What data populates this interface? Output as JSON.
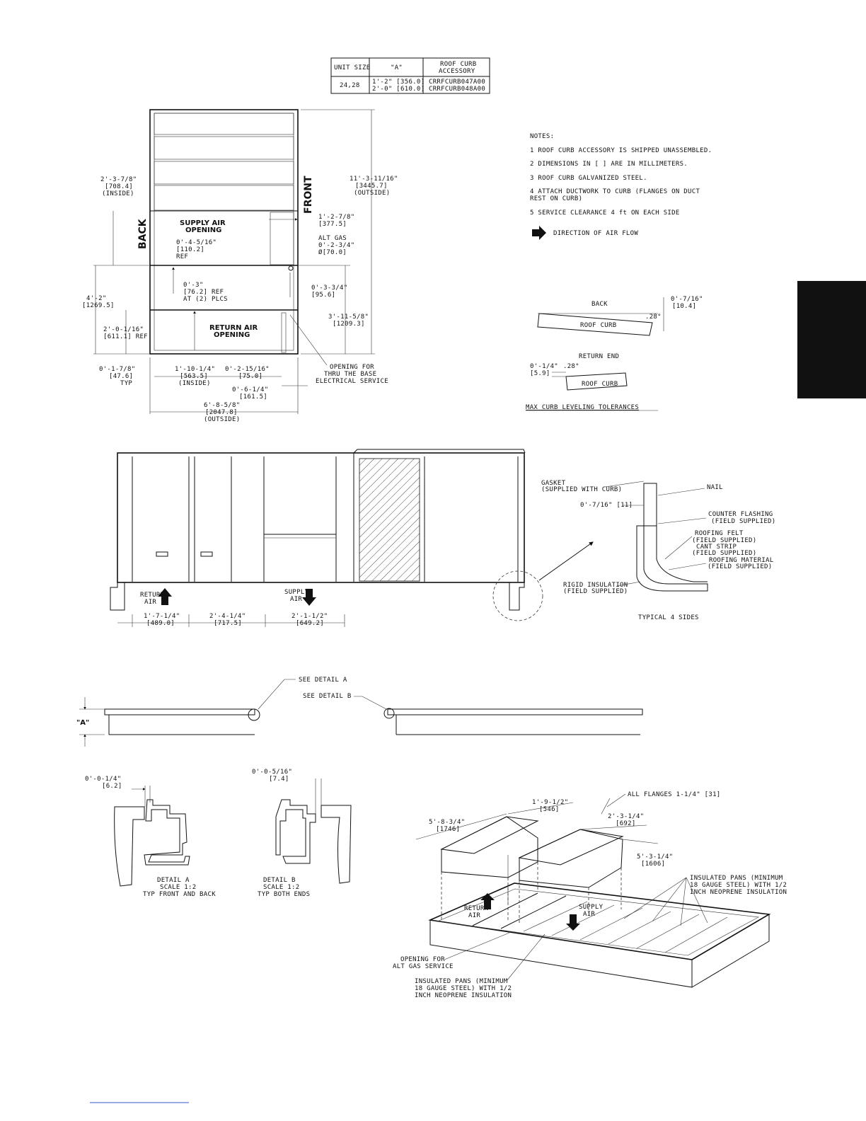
{
  "curb_table": {
    "headers": [
      "UNIT SIZE",
      "\"A\"",
      "ROOF CURB",
      "ACCESSORY"
    ],
    "row_unit": "24,28",
    "row_a1": "1'-2\" [356.0]",
    "row_a2": "2'-0\" [610.0]",
    "row_acc1": "CRRFCURB047A00",
    "row_acc2": "CRRFCURB048A00"
  },
  "plan_view": {
    "back": "BACK",
    "front": "FRONT",
    "supply_opening_1": "SUPPLY AIR",
    "supply_opening_2": "OPENING",
    "return_opening_1": "RETURN AIR",
    "return_opening_2": "OPENING",
    "dim_inside_w": [
      "2'-3-7/8\"",
      "[708.4]",
      "(INSIDE)"
    ],
    "dim_overall_len": [
      "11'-3-11/16\"",
      "[3445.7]",
      "(OUTSIDE)"
    ],
    "dim_1_2_7_8": [
      "1'-2-7/8\"",
      "[377.5]"
    ],
    "dim_alt_gas": [
      "ALT GAS",
      "0'-2-3/4\"",
      "Ø[70.0]"
    ],
    "dim_0_4_5_16": [
      "0'-4-5/16\"",
      "[110.2]",
      "REF"
    ],
    "dim_4_2": [
      "4'-2\"",
      "[1269.5]"
    ],
    "dim_0_3": [
      "0'-3\"",
      "[76.2] REF",
      "AT (2) PLCS"
    ],
    "dim_0_3_3_4": [
      "0'-3-3/4\"",
      "[95.6]"
    ],
    "dim_3_11_5_8": [
      "3'-11-5/8\"",
      "[1209.3]"
    ],
    "dim_2_0_1_16": [
      "2'-0-1/16\"",
      "[611.1] REF"
    ],
    "dim_0_1_7_8": [
      "0'-1-7/8\"",
      "[47.6]",
      "TYP"
    ],
    "dim_1_10_1_4": [
      "1'-10-1/4\"",
      "[563.5]",
      "(INSIDE)"
    ],
    "dim_0_2_15_16": [
      "0'-2-15/16\"",
      "[75.0]"
    ],
    "dim_0_6_1_4": [
      "0'-6-1/4\"",
      "[161.5]"
    ],
    "dim_overall_w": [
      "6'-8-5/8\"",
      "[2047.8]",
      "(OUTSIDE)"
    ],
    "elec_opening": [
      "OPENING FOR",
      "THRU THE BASE",
      "ELECTRICAL SERVICE"
    ]
  },
  "notes": {
    "title": "NOTES:",
    "items": [
      "1  ROOF CURB ACCESSORY IS SHIPPED UNASSEMBLED.",
      "2  DIMENSIONS IN [   ] ARE IN MILLIMETERS.",
      "3  ROOF CURB GALVANIZED STEEL.",
      "4  ATTACH DUCTWORK TO CURB (FLANGES ON DUCT",
      "   REST ON CURB)",
      "5  SERVICE CLEARANCE 4 ft ON EACH SIDE"
    ],
    "airflow": "DIRECTION OF AIR FLOW"
  },
  "leveling": {
    "back": "BACK",
    "roof_curb": "ROOF CURB",
    "back_dim": [
      "0'-7/16\"",
      "[10.4]"
    ],
    "back_angle": ".28°",
    "return_end": "RETURN END",
    "return_dim": [
      "0'-1/4\"",
      "[5.9]"
    ],
    "return_angle": ".28°",
    "title": "MAX CURB LEVELING TOLERANCES"
  },
  "elevation": {
    "return_air": [
      "RETURN",
      "AIR"
    ],
    "supply_air": [
      "SUPPLY",
      "AIR"
    ],
    "dims": [
      [
        "1'-7-1/4\"",
        "[489.0]"
      ],
      [
        "2'-4-1/4\"",
        "[717.5]"
      ],
      [
        "2'-1-1/2\"",
        "[649.2]"
      ]
    ]
  },
  "section": {
    "gasket": [
      "GASKET",
      "(SUPPLIED WITH CURB)"
    ],
    "nail": "NAIL",
    "dim": "0'-7/16\" [11]",
    "counter": [
      "COUNTER FLASHING",
      "(FIELD SUPPLIED)"
    ],
    "felt": [
      "ROOFING FELT",
      "(FIELD SUPPLIED)"
    ],
    "cant": [
      "CANT STRIP",
      "(FIELD SUPPLIED)"
    ],
    "roofing": [
      "ROOFING MATERIAL",
      "(FIELD SUPPLIED)"
    ],
    "rigid": [
      "RIGID INSULATION",
      "(FIELD SUPPLIED)"
    ],
    "typical": "TYPICAL 4 SIDES"
  },
  "curb_side": {
    "see_a": "SEE DETAIL  A",
    "see_b": "SEE DETAIL  B",
    "a_label": "\"A\""
  },
  "details": {
    "a_dim": [
      "0'-0-1/4\"",
      "[6.2]"
    ],
    "a_title": [
      "DETAIL  A",
      "SCALE  1:2",
      "TYP FRONT AND BACK"
    ],
    "b_dim": [
      "0'-0-5/16\"",
      "[7.4]"
    ],
    "b_title": [
      "DETAIL  B",
      "SCALE  1:2",
      "TYP BOTH ENDS"
    ]
  },
  "iso": {
    "flanges": "ALL FLANGES 1-1/4\" [31]",
    "d1": [
      "1'-9-1/2\"",
      "[546]"
    ],
    "d2": [
      "5'-8-3/4\"",
      "[1746]"
    ],
    "d3": [
      "2'-3-1/4\"",
      "[692]"
    ],
    "d4": [
      "5'-3-1/4\"",
      "[1606]"
    ],
    "pans_right": [
      "INSULATED PANS (MINIMUM",
      "18 GAUGE STEEL) WITH 1/2",
      "INCH NEOPRENE INSULATION"
    ],
    "return_air": [
      "RETURN",
      "AIR"
    ],
    "supply_air": [
      "SUPPLY",
      "AIR"
    ],
    "alt_gas": [
      "OPENING FOR",
      "ALT GAS SERVICE"
    ],
    "pans_bottom": [
      "INSULATED PANS (MINIMUM",
      "18 GAUGE STEEL) WITH 1/2",
      "INCH NEOPRENE INSULATION"
    ]
  }
}
